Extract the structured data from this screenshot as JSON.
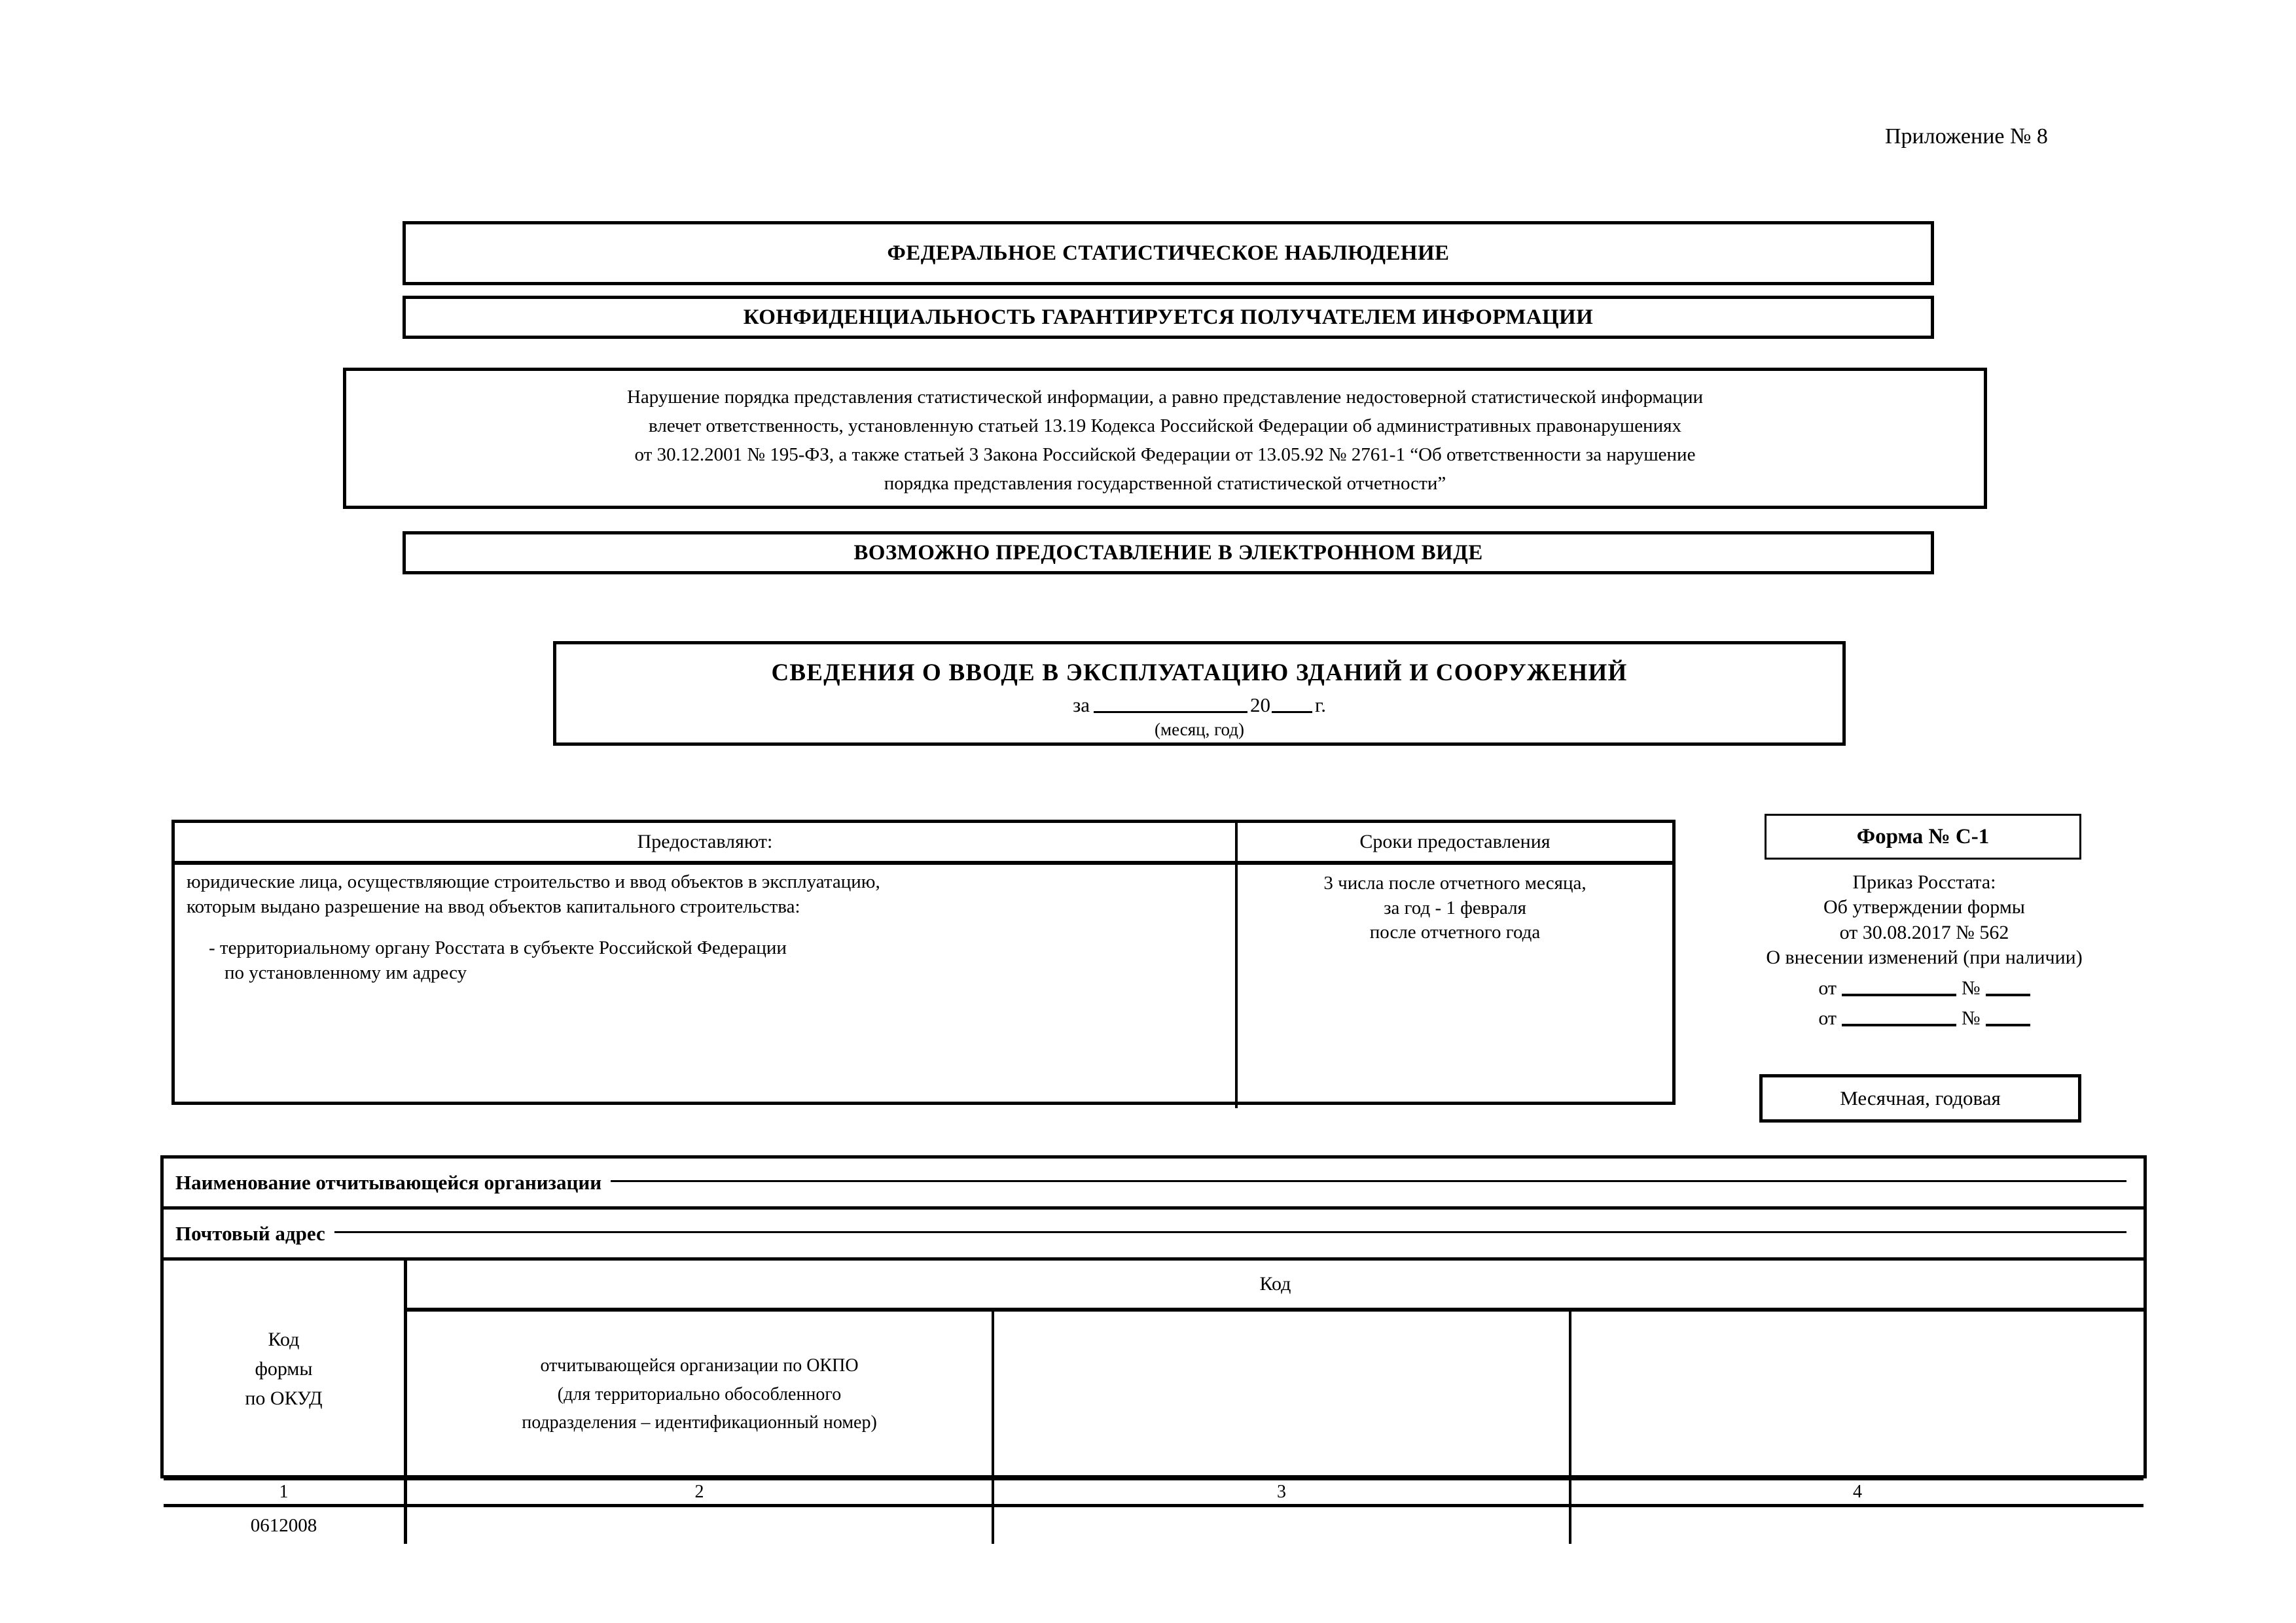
{
  "appendix": {
    "label": "Приложение № 8"
  },
  "banners": {
    "federal": "ФЕДЕРАЛЬНОЕ СТАТИСТИЧЕСКОЕ НАБЛЮДЕНИЕ",
    "confidential": "КОНФИДЕНЦИАЛЬНОСТЬ ГАРАНТИРУЕТСЯ ПОЛУЧАТЕЛЕМ ИНФОРМАЦИИ",
    "electronic": "ВОЗМОЖНО ПРЕДОСТАВЛЕНИЕ В ЭЛЕКТРОННОМ ВИДЕ"
  },
  "warning": {
    "line1": "Нарушение порядка представления статистической информации, а равно представление недостоверной статистической информации",
    "line2": "влечет ответственность, установленную статьей 13.19 Кодекса Российской Федерации об административных правонарушениях",
    "line3": "от 30.12.2001 № 195-ФЗ, а также статьей 3 Закона Российской Федерации от 13.05.92 № 2761-1 “Об ответственности за нарушение",
    "line4": "порядка представления государственной статистической отчетности”"
  },
  "title": {
    "main": "СВЕДЕНИЯ  О  ВВОДЕ  В  ЭКСПЛУАТАЦИЮ  ЗДАНИЙ И СООРУЖЕНИЙ",
    "period_prefix": "за",
    "period_year": "20",
    "period_suffix": "г.",
    "hint": "(месяц, год)"
  },
  "providers": {
    "head_left": "Предоставляют:",
    "head_right": "Сроки предоставления",
    "left_line1": "юридические лица, осуществляющие строительство и ввод объектов в эксплуатацию,",
    "left_line2": "которым выдано разрешение на ввод объектов капитального строительства:",
    "left_line3": "- территориальному органу Росстата в субъекте Российской Федерации",
    "left_line4": "по установленному  им адресу",
    "right_line1": "3 числа после отчетного месяца,",
    "right_line2": "за год - 1 февраля",
    "right_line3": "после отчетного года"
  },
  "form_block": {
    "form_no": "Форма № С-1",
    "order_line1": "Приказ Росстата:",
    "order_line2": "Об утверждении формы",
    "order_line3": "от 30.08.2017 № 562",
    "order_line4": "О внесении изменений (при наличии)",
    "ot_label": "от",
    "no_label": "№",
    "periodicity": "Месячная, годовая"
  },
  "lower": {
    "org_name_label": "Наименование отчитывающейся организации",
    "postal_label": "Почтовый адрес",
    "col1_header": "Код\nформы\nпо ОКУД",
    "col1_header_l1": "Код",
    "col1_header_l2": "формы",
    "col1_header_l3": "по ОКУД",
    "code_header": "Код",
    "okpo_l1": "отчитывающейся организации по ОКПО",
    "okpo_l2": "(для территориально обособленного",
    "okpo_l3": "подразделения – идентификационный номер)",
    "col3_header": "",
    "col4_header": "",
    "numbers": [
      "1",
      "2",
      "3",
      "4"
    ],
    "values": [
      "0612008",
      "",
      "",
      ""
    ]
  }
}
